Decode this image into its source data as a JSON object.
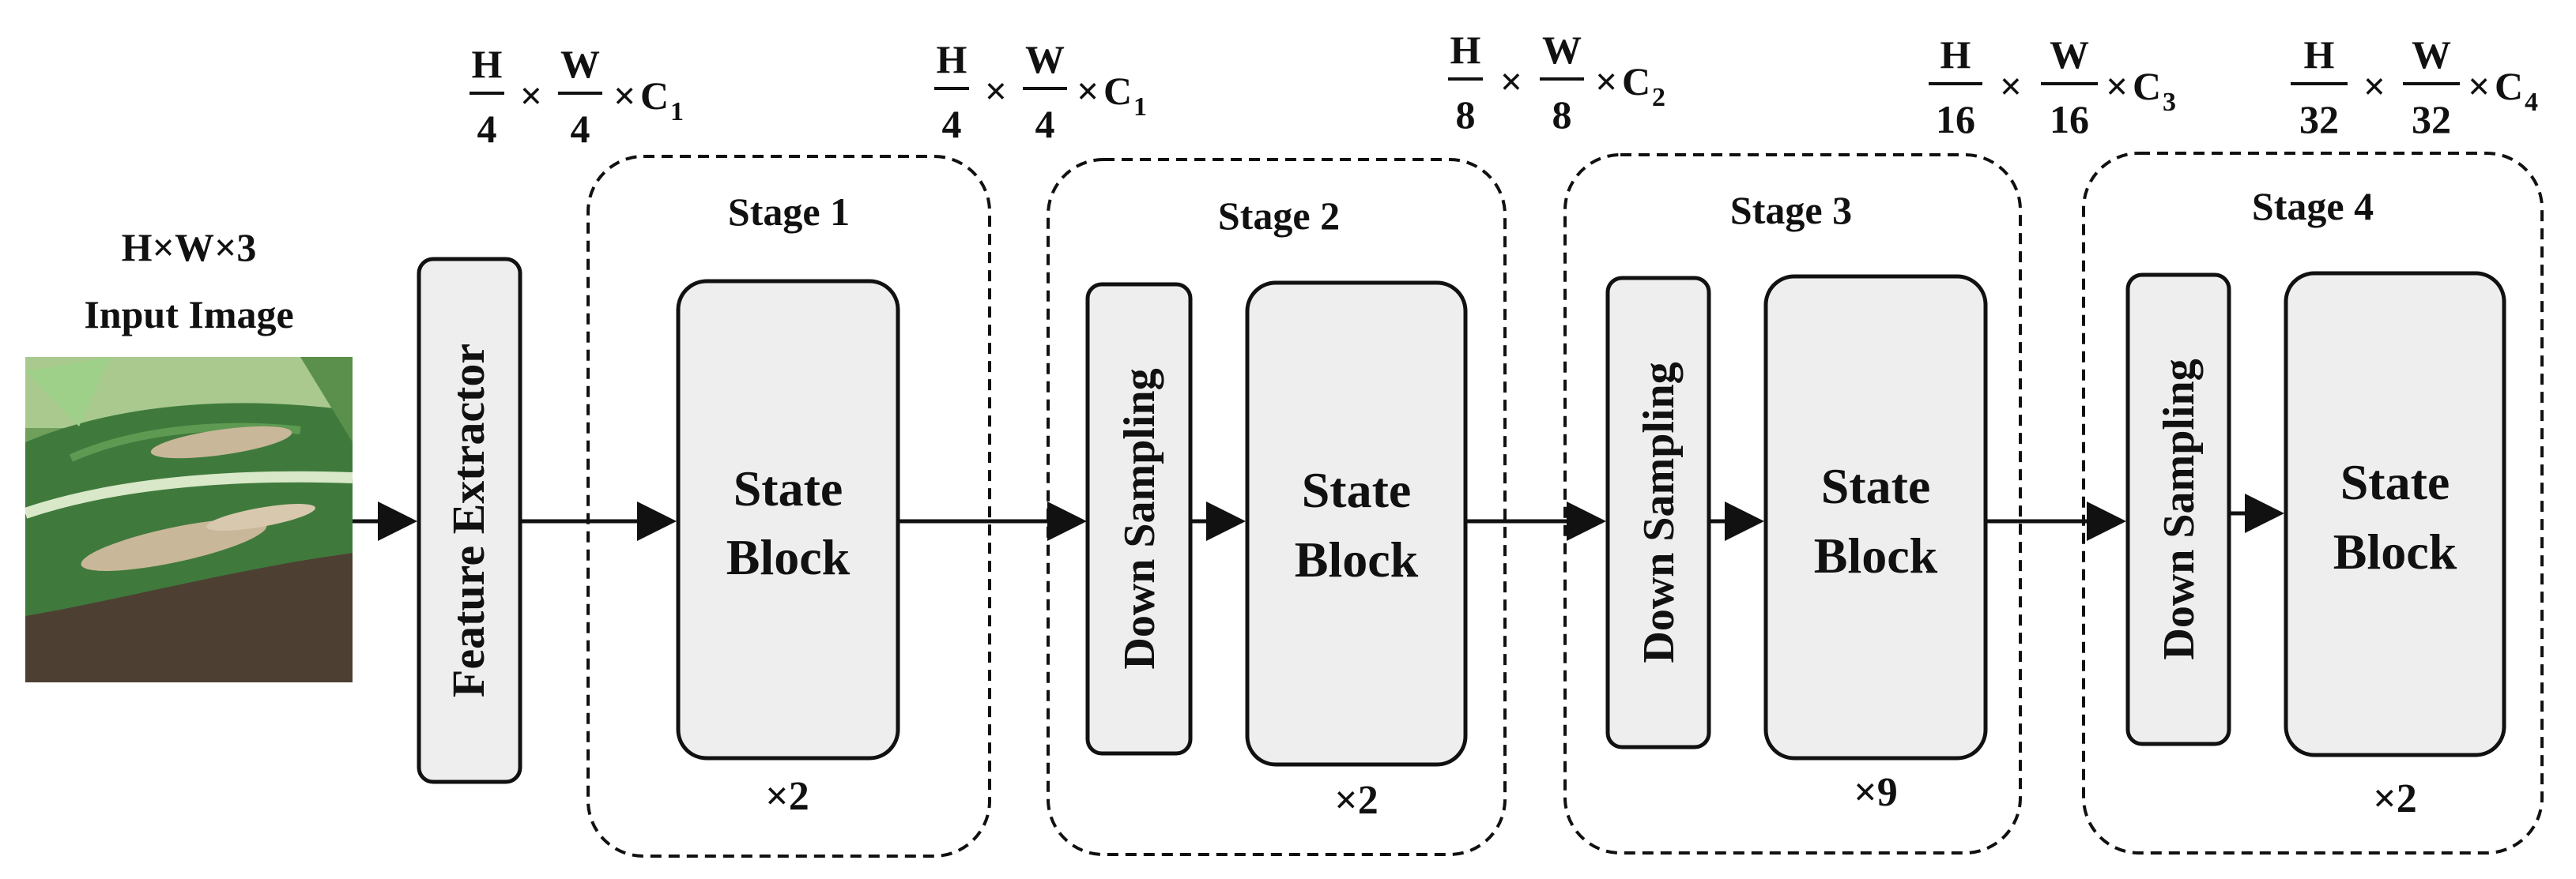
{
  "input": {
    "dims": "H×W×3",
    "label": "Input Image"
  },
  "feature_extractor": {
    "label": "Feature Extractor"
  },
  "stages": [
    {
      "title": "Stage 1",
      "block_line1": "State",
      "block_line2": "Block",
      "repeat": "×2"
    },
    {
      "title": "Stage 2",
      "downsample": "Down Sampling",
      "block_line1": "State",
      "block_line2": "Block",
      "repeat": "×2"
    },
    {
      "title": "Stage 3",
      "downsample": "Down Sampling",
      "block_line1": "State",
      "block_line2": "Block",
      "repeat": "×9"
    },
    {
      "title": "Stage 4",
      "downsample": "Down Sampling",
      "block_line1": "State",
      "block_line2": "Block",
      "repeat": "×2"
    }
  ],
  "shapes": [
    {
      "h_num": "H",
      "h_den": "4",
      "w_num": "W",
      "w_den": "4",
      "c": "C",
      "c_sub": "1"
    },
    {
      "h_num": "H",
      "h_den": "4",
      "w_num": "W",
      "w_den": "4",
      "c": "C",
      "c_sub": "1"
    },
    {
      "h_num": "H",
      "h_den": "8",
      "w_num": "W",
      "w_den": "8",
      "c": "C",
      "c_sub": "2"
    },
    {
      "h_num": "H",
      "h_den": "16",
      "w_num": "W",
      "w_den": "16",
      "c": "C",
      "c_sub": "3"
    },
    {
      "h_num": "H",
      "h_den": "32",
      "w_num": "W",
      "w_den": "32",
      "c": "C",
      "c_sub": "4"
    }
  ],
  "colors": {
    "box_fill": "#eeeeee",
    "stroke": "#111111",
    "leaf_dark": "#3f7a3c",
    "leaf_light": "#8fbf6f",
    "lesion": "#c9b79a",
    "soil": "#5a4a3a"
  }
}
